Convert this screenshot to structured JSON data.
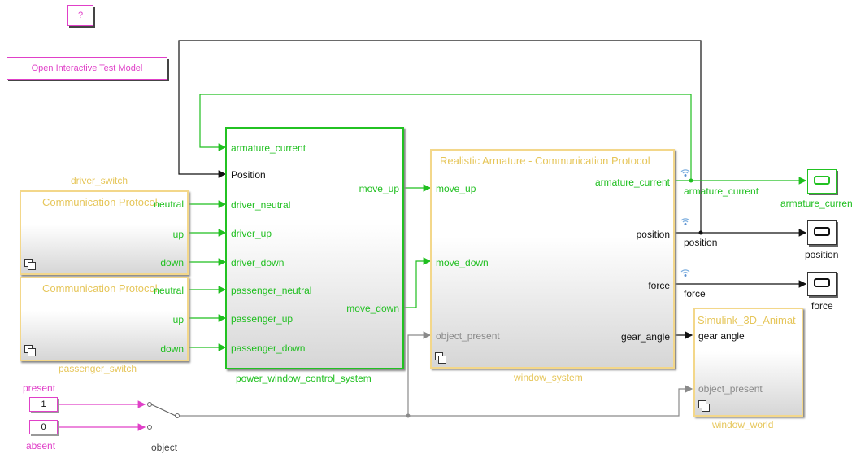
{
  "buttons": {
    "help_label": "?",
    "open_test_label": "Open Interactive Test Model"
  },
  "driver_switch": {
    "title": "driver_switch",
    "inner": "Communication Protocol",
    "ports": [
      "neutral",
      "up",
      "down"
    ]
  },
  "passenger_switch": {
    "title": "passenger_switch",
    "inner": "Communication Protocol",
    "ports": [
      "neutral",
      "up",
      "down"
    ]
  },
  "control": {
    "name": "power_window_control_system",
    "inputs": [
      "armature_current",
      "Position",
      "driver_neutral",
      "driver_up",
      "driver_down",
      "passenger_neutral",
      "passenger_up",
      "passenger_down"
    ],
    "outputs": [
      "move_up",
      "move_down"
    ]
  },
  "window_system": {
    "name": "window_system",
    "title": "Realistic Armature - Communication Protocol",
    "inputs": [
      "move_up",
      "move_down",
      "object_present"
    ],
    "outputs": [
      "armature_current",
      "position",
      "force",
      "gear_angle"
    ]
  },
  "window_world": {
    "name": "window_world",
    "title": "Simulink_3D_Animat",
    "inputs": [
      "gear angle",
      "object_present"
    ]
  },
  "signals": {
    "armature_current": "armature_current",
    "position": "position",
    "force": "force"
  },
  "scopes": {
    "armature_current": "armature_curren",
    "position": "position",
    "force": "force"
  },
  "constants": {
    "present_label": "present",
    "present_value": "1",
    "absent_label": "absent",
    "absent_value": "0"
  },
  "switch_label": "object",
  "colors": {
    "green": "#1fbf1f",
    "yellow": "#f3d78a",
    "pink": "#e040c8",
    "grey": "#8a8a8a"
  }
}
